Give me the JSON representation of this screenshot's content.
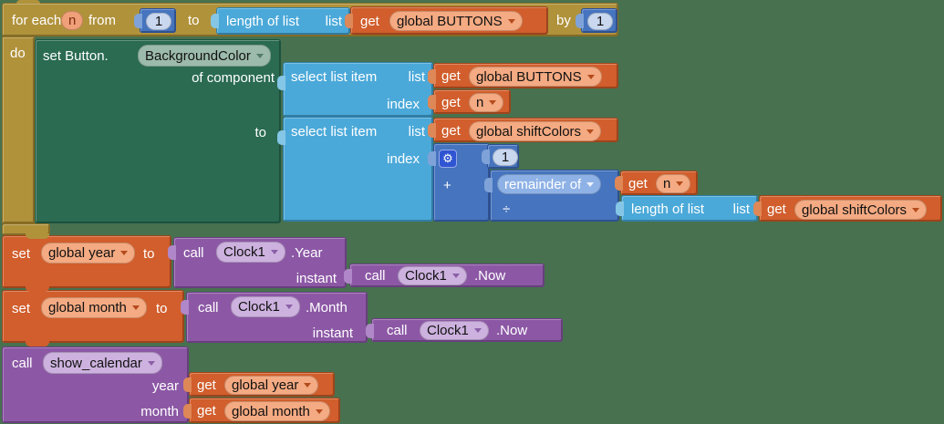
{
  "colors": {
    "canvas_bg": "#47714F",
    "control_gold": "#B0923B",
    "component_green": "#2A6B52",
    "list_blue": "#4BA9D9",
    "variable_orange": "#D15E2C",
    "math_blue": "#4674BE",
    "procedure_purple": "#8C58A5"
  },
  "icons": {
    "mutator_gear": "⚙"
  },
  "foreach": {
    "for_each": "for each",
    "var_name": "n",
    "from": "from",
    "start": "1",
    "to": "to",
    "by": "by",
    "step": "1",
    "do": "do"
  },
  "component": {
    "set_prefix": "set Button.",
    "property": "BackgroundColor",
    "of_component": "of component",
    "to": "to"
  },
  "lists": {
    "select_list_item": "select list item",
    "list": "list",
    "index": "index",
    "length_of_list": "length of list"
  },
  "vars": {
    "get": "get",
    "set": "set",
    "to": "to",
    "n": "n",
    "buttons": "global BUTTONS",
    "shift_colors": "global shiftColors",
    "year": "global year",
    "month": "global month"
  },
  "math": {
    "one": "1",
    "plus": "+",
    "remainder_of": "remainder of",
    "divide": "÷"
  },
  "clock": {
    "call": "call",
    "component": "Clock1",
    "instant": "instant",
    "year_method": ".Year",
    "month_method": ".Month",
    "now_method": ".Now"
  },
  "procedure": {
    "call": "call",
    "name": "show_calendar",
    "year_param": "year",
    "month_param": "month"
  }
}
